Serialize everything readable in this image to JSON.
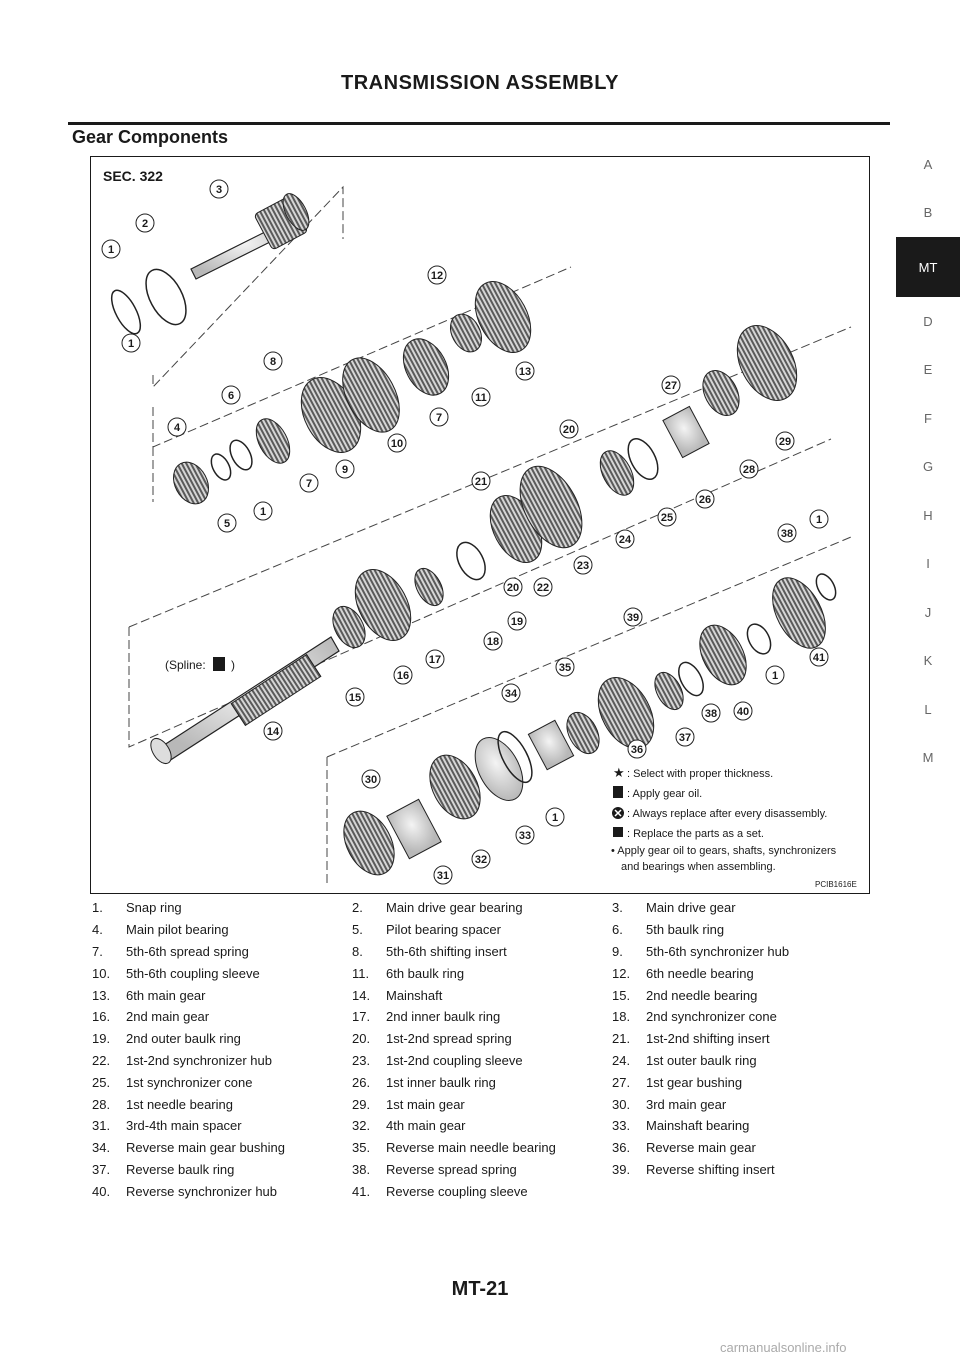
{
  "header": {
    "title": "TRANSMISSION ASSEMBLY"
  },
  "section": {
    "title": "Gear Components"
  },
  "side_index": {
    "letters": [
      "A",
      "B",
      "MT",
      "D",
      "E",
      "F",
      "G",
      "H",
      "I",
      "J",
      "K",
      "L",
      "M"
    ],
    "active": "MT"
  },
  "figure": {
    "sec_label": "SEC. 322",
    "spline_label": "(Spline:",
    "spline_close": ")",
    "code": "PCIB1616E",
    "callouts": [
      "1",
      "2",
      "3",
      "1",
      "4",
      "5",
      "6",
      "7",
      "8",
      "9",
      "10",
      "11",
      "12",
      "13",
      "7",
      "1",
      "14",
      "15",
      "16",
      "17",
      "18",
      "19",
      "20",
      "20",
      "21",
      "22",
      "23",
      "24",
      "25",
      "26",
      "27",
      "28",
      "29",
      "30",
      "31",
      "32",
      "33",
      "1",
      "34",
      "35",
      "36",
      "37",
      "38",
      "39",
      "40",
      "41",
      "1",
      "38",
      "1"
    ],
    "legend": [
      {
        "icon": "star-icon",
        "text": ": Select with proper thickness."
      },
      {
        "icon": "oil-can-icon",
        "text": ": Apply gear oil."
      },
      {
        "icon": "replace-icon",
        "text": ": Always replace after every disassembly."
      },
      {
        "icon": "square-icon",
        "text": ": Replace the parts as a set."
      }
    ],
    "note_line1": "• Apply gear oil to gears, shafts, synchronizers",
    "note_line2": "and bearings when assembling."
  },
  "parts": [
    [
      "1.",
      "Snap ring",
      "2.",
      "Main drive gear bearing",
      "3.",
      "Main drive gear"
    ],
    [
      "4.",
      "Main pilot bearing",
      "5.",
      "Pilot bearing spacer",
      "6.",
      "5th baulk ring"
    ],
    [
      "7.",
      "5th-6th spread spring",
      "8.",
      "5th-6th shifting insert",
      "9.",
      "5th-6th synchronizer hub"
    ],
    [
      "10.",
      "5th-6th coupling sleeve",
      "11.",
      "6th baulk ring",
      "12.",
      "6th needle bearing"
    ],
    [
      "13.",
      "6th main gear",
      "14.",
      "Mainshaft",
      "15.",
      "2nd needle bearing"
    ],
    [
      "16.",
      "2nd main gear",
      "17.",
      "2nd inner baulk ring",
      "18.",
      "2nd synchronizer cone"
    ],
    [
      "19.",
      "2nd outer baulk ring",
      "20.",
      "1st-2nd spread spring",
      "21.",
      "1st-2nd shifting insert"
    ],
    [
      "22.",
      "1st-2nd synchronizer hub",
      "23.",
      "1st-2nd coupling sleeve",
      "24.",
      "1st outer baulk ring"
    ],
    [
      "25.",
      "1st synchronizer cone",
      "26.",
      "1st inner baulk ring",
      "27.",
      "1st gear bushing"
    ],
    [
      "28.",
      "1st needle bearing",
      "29.",
      "1st main gear",
      "30.",
      "3rd main gear"
    ],
    [
      "31.",
      "3rd-4th main spacer",
      "32.",
      "4th main gear",
      "33.",
      "Mainshaft bearing"
    ],
    [
      "34.",
      "Reverse main gear bushing",
      "35.",
      "Reverse main needle bearing",
      "36.",
      "Reverse main gear"
    ],
    [
      "37.",
      "Reverse baulk ring",
      "38.",
      "Reverse spread spring",
      "39.",
      "Reverse shifting insert"
    ],
    [
      "40.",
      "Reverse synchronizer hub",
      "41.",
      "Reverse coupling sleeve",
      "",
      ""
    ]
  ],
  "footer": {
    "page": "MT-21",
    "watermark": "carmanualsonline.info"
  }
}
